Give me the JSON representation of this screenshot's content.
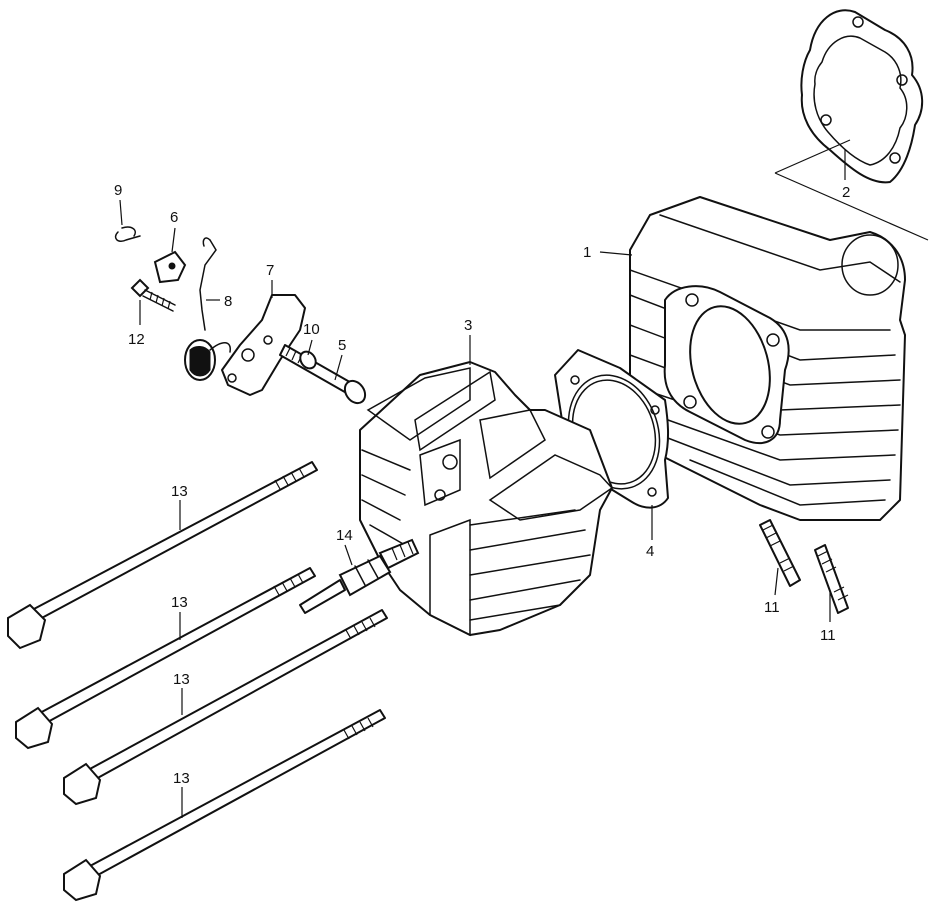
{
  "callouts": {
    "c1": "1",
    "c2": "2",
    "c3": "3",
    "c4": "4",
    "c5": "5",
    "c6": "6",
    "c7": "7",
    "c8": "8",
    "c9": "9",
    "c10": "10",
    "c11a": "11",
    "c11b": "11",
    "c12": "12",
    "c13a": "13",
    "c13b": "13",
    "c13c": "13",
    "c13d": "13",
    "c14": "14"
  },
  "colors": {
    "line": "#111111",
    "background": "#ffffff"
  }
}
